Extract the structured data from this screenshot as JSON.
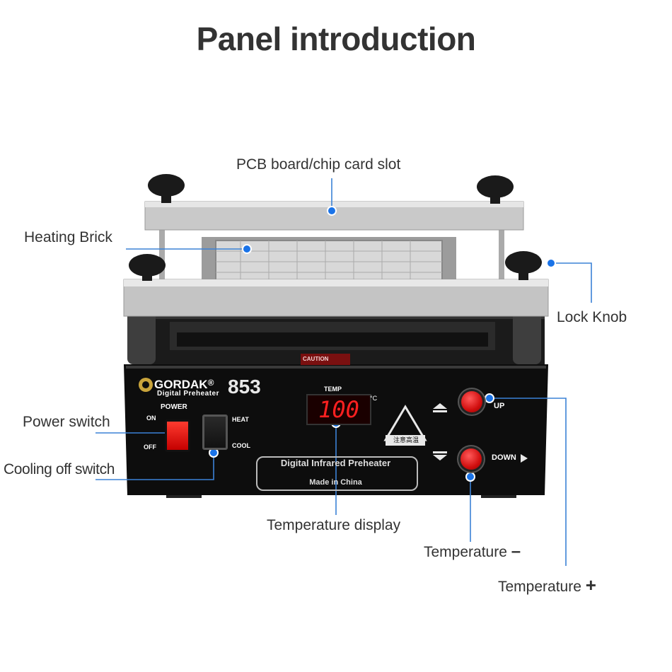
{
  "title": "Panel introduction",
  "labels": {
    "pcb_slot": "PCB board/chip card slot",
    "heating_brick": "Heating Brick",
    "lock_knob": "Lock  Knob",
    "power_switch": "Power switch",
    "cooling_off_switch": "Cooling off switch",
    "temperature_display": "Temperature display",
    "temperature_minus": "Temperature",
    "temperature_plus": "Temperature"
  },
  "signs": {
    "minus": "–",
    "plus": "+"
  },
  "device": {
    "brand": "GORDAK",
    "registered": "®",
    "model": "853",
    "subtitle": "Digital Preheater",
    "power_label": "POWER",
    "on_label": "ON",
    "off_label": "OFF",
    "heat_label": "HEAT",
    "cool_label": "COOL",
    "temp_label": "TEMP",
    "temp_value": "100",
    "temp_unit": "°C",
    "up_label": "UP",
    "down_label": "DOWN",
    "product_name": "Digital Infrared Preheater",
    "made_in": "Made in China",
    "caution": "CAUTION",
    "hot_warning": "注意高温"
  }
}
